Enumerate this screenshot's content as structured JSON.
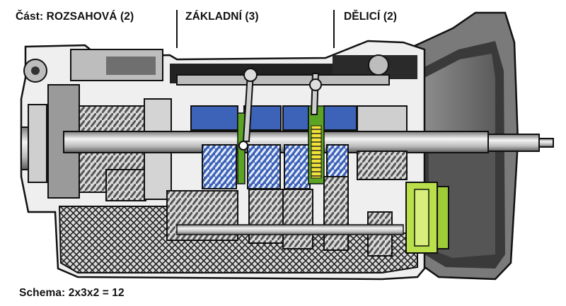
{
  "labels": {
    "range": "Část: ROZSAHOVÁ (2)",
    "main": "ZÁKLADNÍ (3)",
    "splitter": "DĚLICÍ (2)",
    "schema": "Schema: 2x3x2 = 12"
  },
  "colors": {
    "outline": "#111111",
    "metal_light": "#e6e6e6",
    "metal_mid": "#bdbdbd",
    "metal_dark": "#6f6f6f",
    "highlight_blue": "#3d63b8",
    "highlight_green": "#5aa324",
    "highlight_lime": "#b9df4b",
    "highlight_yellow": "#f2e23a"
  }
}
